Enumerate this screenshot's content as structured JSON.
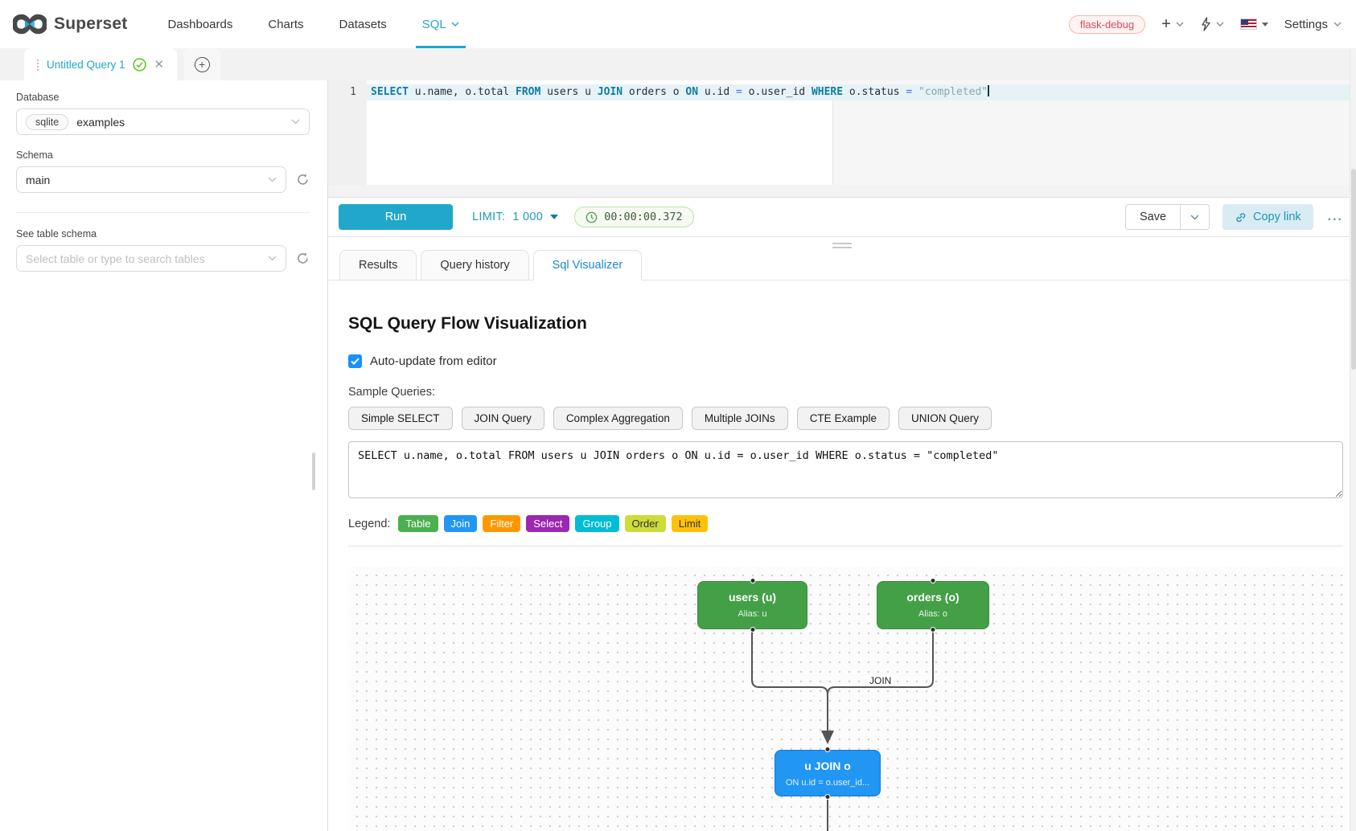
{
  "navbar": {
    "brand": "Superset",
    "items": [
      "Dashboards",
      "Charts",
      "Datasets",
      "SQL"
    ],
    "active_item": "SQL",
    "env_badge": "flask-debug",
    "settings_label": "Settings",
    "accent_color": "#20a7c9"
  },
  "query_tab": {
    "title": "Untitled Query 1"
  },
  "sidebar": {
    "database_label": "Database",
    "database_engine": "sqlite",
    "database_name": "examples",
    "schema_label": "Schema",
    "schema_value": "main",
    "table_label": "See table schema",
    "table_placeholder": "Select table or type to search tables"
  },
  "editor": {
    "line_number": "1",
    "tokens": [
      {
        "t": "SELECT",
        "c": "kw"
      },
      {
        "t": " u.name, o.total ",
        "c": "id"
      },
      {
        "t": "FROM",
        "c": "kw"
      },
      {
        "t": " users u ",
        "c": "id"
      },
      {
        "t": "JOIN",
        "c": "kw"
      },
      {
        "t": " orders o ",
        "c": "id"
      },
      {
        "t": "ON",
        "c": "kw"
      },
      {
        "t": " u.id ",
        "c": "id"
      },
      {
        "t": "=",
        "c": "op"
      },
      {
        "t": " o.user_id ",
        "c": "id"
      },
      {
        "t": "WHERE",
        "c": "kw"
      },
      {
        "t": " o.status ",
        "c": "id"
      },
      {
        "t": "=",
        "c": "op"
      },
      {
        "t": " ",
        "c": "id"
      },
      {
        "t": "\"completed\"",
        "c": "str"
      }
    ]
  },
  "toolbar": {
    "run_label": "Run",
    "limit_label": "LIMIT:",
    "limit_value": "1 000",
    "timer": "00:00:00.372",
    "save_label": "Save",
    "copy_link_label": "Copy link",
    "more_label": "..."
  },
  "result_tabs": {
    "items": [
      "Results",
      "Query history",
      "Sql Visualizer"
    ],
    "active": "Sql Visualizer"
  },
  "visualizer": {
    "title": "SQL Query Flow Visualization",
    "auto_update_label": "Auto-update from editor",
    "auto_update_checked": true,
    "sample_queries_label": "Sample Queries:",
    "sample_buttons": [
      "Simple SELECT",
      "JOIN Query",
      "Complex Aggregation",
      "Multiple JOINs",
      "CTE Example",
      "UNION Query"
    ],
    "sql_text": "SELECT u.name, o.total FROM users u JOIN orders o ON u.id = o.user_id WHERE o.status = \"completed\"",
    "legend_label": "Legend:",
    "legend_items": [
      {
        "label": "Table",
        "color": "#4caf50",
        "text": "#ffffff"
      },
      {
        "label": "Join",
        "color": "#2196f3",
        "text": "#ffffff"
      },
      {
        "label": "Filter",
        "color": "#ff9800",
        "text": "#ffffff"
      },
      {
        "label": "Select",
        "color": "#9c27b0",
        "text": "#ffffff"
      },
      {
        "label": "Group",
        "color": "#00bcd4",
        "text": "#ffffff"
      },
      {
        "label": "Order",
        "color": "#cddc39",
        "text": "#333333"
      },
      {
        "label": "Limit",
        "color": "#ffc107",
        "text": "#333333"
      }
    ],
    "flow": {
      "nodes": [
        {
          "title": "users (u)",
          "subtitle": "Alias: u",
          "type": "table"
        },
        {
          "title": "orders (o)",
          "subtitle": "Alias: o",
          "type": "table"
        },
        {
          "title": "u JOIN o",
          "subtitle": "ON u.id = o.user_id...",
          "type": "join"
        }
      ],
      "edge_label": "JOIN",
      "node_colors": {
        "table": "#43a047",
        "join": "#2196f3"
      }
    }
  }
}
